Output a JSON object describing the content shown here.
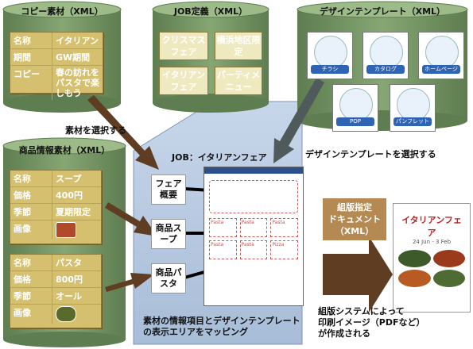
{
  "copy_material": {
    "title": "コピー素材（XML）",
    "rows": [
      {
        "key": "名称",
        "value": "イタリアン"
      },
      {
        "key": "期間",
        "value": "GW期間"
      },
      {
        "key": "コピー",
        "value": "春の訪れをパスタで楽しもう"
      }
    ]
  },
  "job_definition": {
    "title": "JOB定義（XML）",
    "items": [
      "クリスマスフェア",
      "横浜地区限定",
      "イタリアンフェア",
      "パーティメニュー"
    ]
  },
  "design_templates": {
    "title": "デザインテンプレート（XML）",
    "items": [
      "チラシ",
      "カタログ",
      "ホームページ",
      "POP",
      "パンフレット"
    ]
  },
  "product_material": {
    "title": "商品情報素材（XML）",
    "groups": [
      {
        "rows": [
          {
            "key": "名称",
            "value": "スープ"
          },
          {
            "key": "価格",
            "value": "400円"
          },
          {
            "key": "季節",
            "value": "夏期限定"
          },
          {
            "key": "画像",
            "value": ""
          }
        ]
      },
      {
        "rows": [
          {
            "key": "名称",
            "value": "パスタ"
          },
          {
            "key": "価格",
            "value": "800円"
          },
          {
            "key": "季節",
            "value": "オール"
          },
          {
            "key": "画像",
            "value": ""
          }
        ]
      }
    ]
  },
  "labels": {
    "select_material": "素材を選択する",
    "select_template": "デザインテンプレートを選択する",
    "job_title": "JOB：イタリアンフェア",
    "mapping_caption_1": "素材の情報項目とデザインテンプレート",
    "mapping_caption_2": "の表示エリアをマッピング",
    "typeset_doc_1": "組版指定",
    "typeset_doc_2": "ドキュメント",
    "typeset_doc_3": "（XML）",
    "output_caption_1": "組版システムによって",
    "output_caption_2": "印刷イメージ（PDFなど）",
    "output_caption_3": "が作成される"
  },
  "mapping": {
    "boxes": [
      "フェア概要",
      "商品スープ",
      "商品パスタ"
    ]
  },
  "preview": {
    "poster_title": "イタリアンフェア",
    "poster_dates": "24 Jun - 3 Feb",
    "menu_labels": [
      "Pasta",
      "Pasta",
      "Pasta",
      "Pasta",
      "Pasta",
      "Pizza"
    ]
  },
  "colors": {
    "cylinder_fill": "#6f8f5f",
    "cylinder_top": "#8fae7c",
    "note_fill": "#d4c06e",
    "job_panel": "#b9c9e0",
    "arrow_brown": "#5e3d22",
    "arrow_gray": "#505a5a"
  }
}
